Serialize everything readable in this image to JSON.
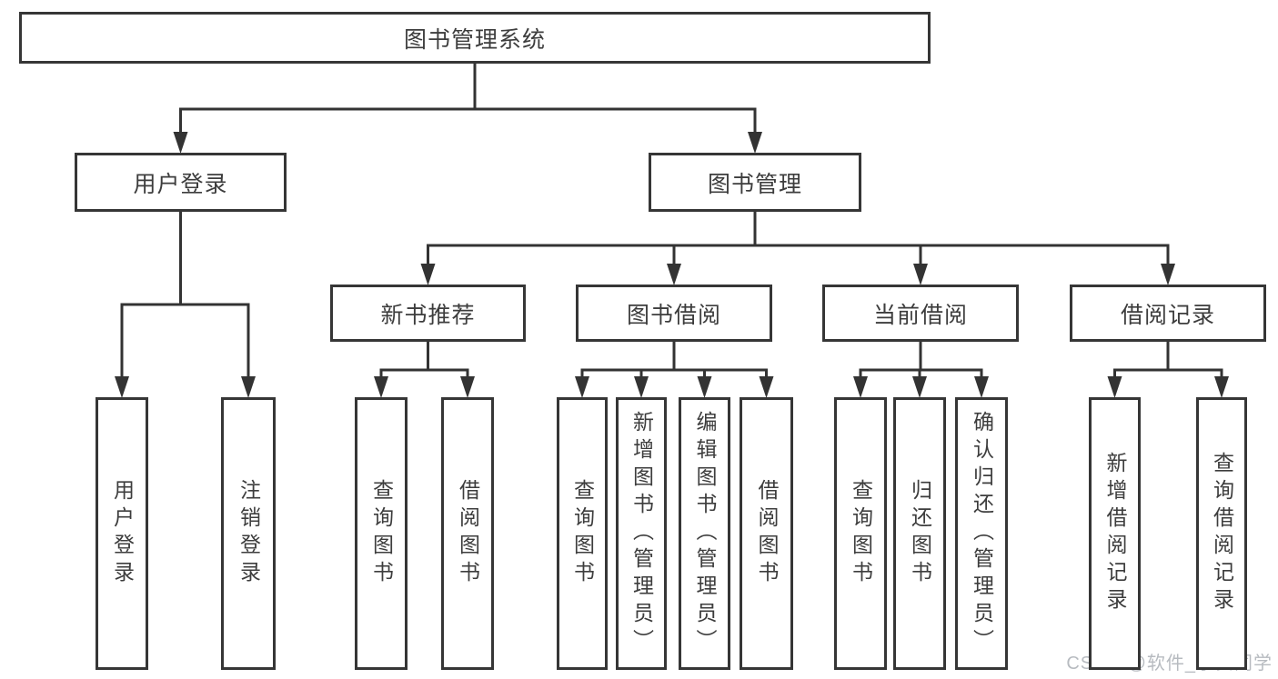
{
  "diagram": {
    "title": "图书管理系统",
    "nodes": {
      "root": "图书管理系统",
      "user_login": "用户登录",
      "book_mgmt": "图书管理",
      "new_book_rec": "新书推荐",
      "book_borrow": "图书借阅",
      "current_borrow": "当前借阅",
      "borrow_records": "借阅记录",
      "leaf_user_login": "用户登录",
      "leaf_logout": "注销登录",
      "nb_query": "查询图书",
      "nb_borrow": "借阅图书",
      "bb_query": "查询图书",
      "bb_add": "新增图书（管理员）",
      "bb_edit": "编辑图书（管理员）",
      "bb_borrow": "借阅图书",
      "cb_query": "查询图书",
      "cb_return": "归还图书",
      "cb_confirm": "确认归还（管理员）",
      "br_add": "新增借阅记录",
      "br_query": "查询借阅记录"
    },
    "hierarchy": {
      "root": [
        "user_login",
        "book_mgmt"
      ],
      "user_login": [
        "leaf_user_login",
        "leaf_logout"
      ],
      "book_mgmt": [
        "new_book_rec",
        "book_borrow",
        "current_borrow",
        "borrow_records"
      ],
      "new_book_rec": [
        "nb_query",
        "nb_borrow"
      ],
      "book_borrow": [
        "bb_query",
        "bb_add",
        "bb_edit",
        "bb_borrow"
      ],
      "current_borrow": [
        "cb_query",
        "cb_return",
        "cb_confirm"
      ],
      "borrow_records": [
        "br_add",
        "br_query"
      ]
    }
  },
  "watermark": "CSDN @软件_小贺同学",
  "colors": {
    "line": "#333333",
    "box_border": "#363636",
    "box_bg": "#ffffff",
    "text": "#3d3d3d",
    "watermark": "#b7bbc0",
    "background": "#ffffff"
  }
}
